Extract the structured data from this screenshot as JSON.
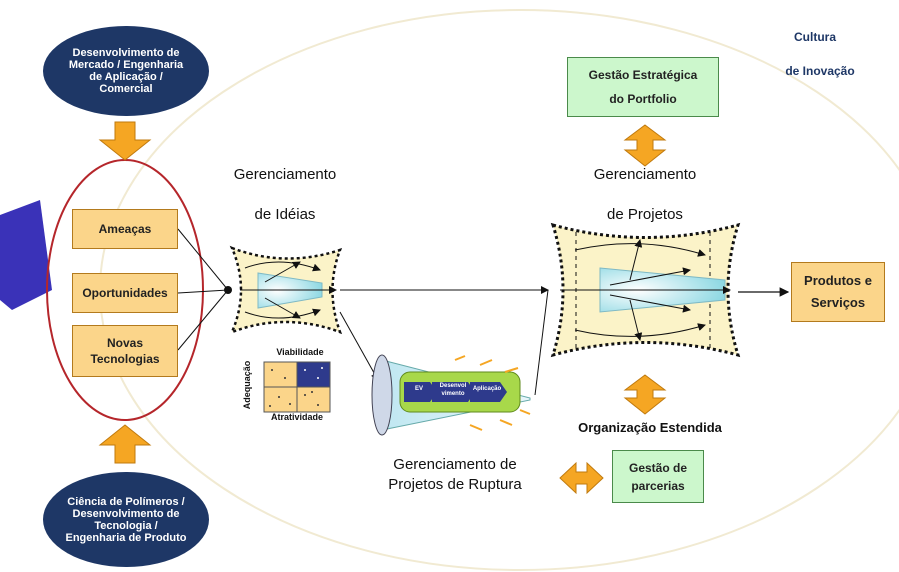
{
  "top_oval": "Desenvolvimento  de\nMercado / Engenharia\nde Aplicação /\nComercial",
  "bottom_oval": "Ciência de Polímeros /\nDesenvolvimento de\nTecnologia /\nEngenharia de Produto",
  "left_boxes": [
    "Ameaças",
    "Oportunidades",
    "Novas\nTecnologias"
  ],
  "gerenciamento_ideias": {
    "line1": "Gerenciamento",
    "line2": "de Idéias"
  },
  "gerenciamento_projetos": {
    "line1": "Gerenciamento",
    "line2": "de Projetos"
  },
  "ruptura_label": "Gerenciamento de\nProjetos de Ruptura",
  "matrix": {
    "top": "Viabilidade",
    "side": "Adequação",
    "bottom": "Atratividade"
  },
  "ruptura_stages": [
    "EV",
    "Desenvol vimento",
    "Aplicação"
  ],
  "gestao_portfolio": "Gestão Estratégica\ndo Portfolio",
  "produtos": "Produtos e\nServiços",
  "cultura": {
    "line1": "Cultura",
    "line2": "de Inovação"
  },
  "organizacao": "Organização Estendida",
  "gestao_parcerias": "Gestão de\nparcerias",
  "colors": {
    "navy": "#1e3766",
    "orange": "#f5a623",
    "orange_box": "#fbd58a",
    "green_box": "#ccf7cc",
    "red_oval": "#b5262b",
    "blue_arrow": "#3a32b8",
    "funnel": "#fbf3c8",
    "cone": "#aee4ec"
  }
}
